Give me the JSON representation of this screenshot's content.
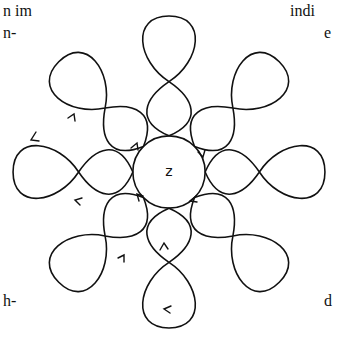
{
  "diagram": {
    "labels": [
      "n im",
      "indi",
      "n-",
      "e",
      "z",
      "h-",
      "d"
    ]
  }
}
